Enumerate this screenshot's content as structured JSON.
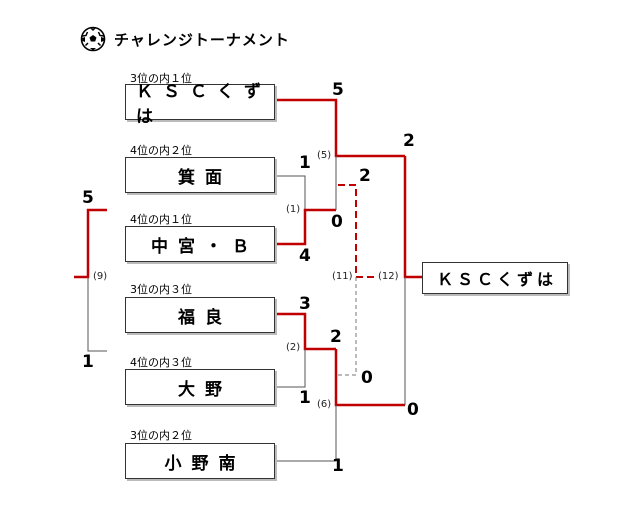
{
  "title": "チャレンジトーナメント",
  "icon": "soccer-ball-icon",
  "colors": {
    "win": "#c00000",
    "lose": "#555555"
  },
  "teams": [
    {
      "seed": "3位の内１位",
      "name": "ＫＳＣくずは"
    },
    {
      "seed": "4位の内２位",
      "name": "箕面"
    },
    {
      "seed": "4位の内１位",
      "name": "中宮・Ｂ"
    },
    {
      "seed": "3位の内３位",
      "name": "福良"
    },
    {
      "seed": "4位の内３位",
      "name": "大野"
    },
    {
      "seed": "3位の内２位",
      "name": "小野南"
    }
  ],
  "champion": "ＫＳＣくずは",
  "scores": {
    "s1": "5",
    "s2": "1",
    "s3": "0",
    "s4": "4",
    "s5": "3",
    "s6": "2",
    "s7": "1",
    "s8": "1",
    "s9": "2",
    "s10": "0",
    "s11": "2",
    "s12": "0",
    "s13": "5",
    "s14": "1"
  },
  "matches": {
    "m1": "(1)",
    "m2": "(2)",
    "m5": "(5)",
    "m6": "(6)",
    "m9": "(9)",
    "m11": "(11)",
    "m12": "(12)"
  }
}
